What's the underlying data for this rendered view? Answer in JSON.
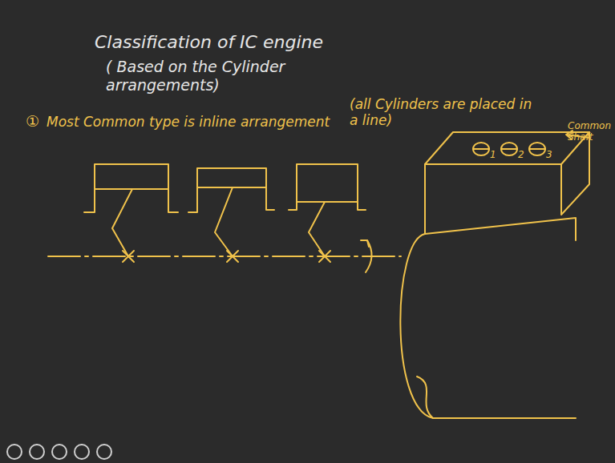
{
  "diagram": {
    "title": "Classification of IC engine",
    "labels": [
      "( Based on the Cylinder arrangements)",
      "①",
      "Most Common type is inline arrangement",
      "(all Cylinders are placed in a line)",
      "1",
      "2",
      "3",
      "Common Shaft"
    ]
  }
}
